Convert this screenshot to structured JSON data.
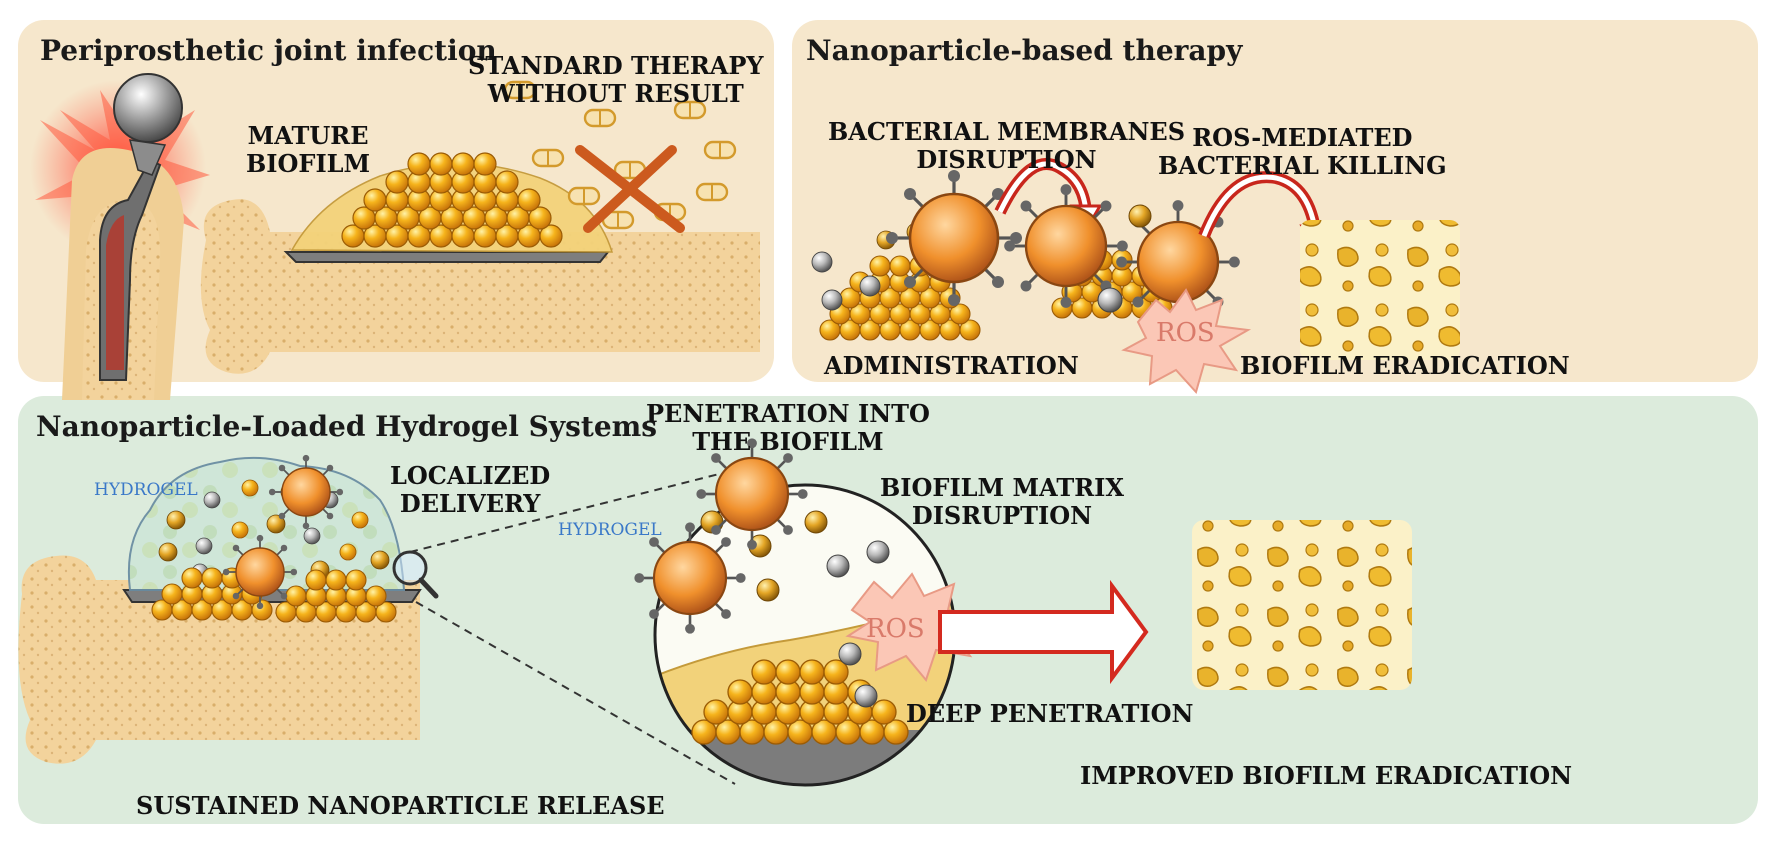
{
  "panel1": {
    "title": "Periprosthetic joint infection",
    "mature_biofilm": "MATURE\nBIOFILM",
    "standard_therapy": "STANDARD THERAPY\nWITHOUT RESULT"
  },
  "panel2": {
    "title": "Nanoparticle-based therapy",
    "membranes": "BACTERIAL MEMBRANES\nDISRUPTION",
    "ros_killing": "ROS-MEDIATED\nBACTERIAL KILLING",
    "ros": "ROS",
    "administration": "ADMINISTRATION",
    "eradication": "BIOFILM ERADICATION"
  },
  "panel3": {
    "title": "Nanoparticle-Loaded Hydrogel Systems",
    "hydrogel_left": "HYDROGEL",
    "localized": "LOCALIZED\nDELIVERY",
    "penetration": "PENETRATION INTO\nTHE BIOFILM",
    "hydrogel_zoom": "HYDROGEL",
    "matrix": "BIOFILM MATRIX\nDISRUPTION",
    "ros": "ROS",
    "deep": "DEEP PENETRATION",
    "sustained": "SUSTAINED NANOPARTICLE RELEASE",
    "improved": "IMPROVED BIOFILM ERADICATION"
  },
  "colors": {
    "panel_top": "#f6e7cc",
    "panel_bottom": "#dcebdc",
    "bone": "#f0cf95",
    "bacteria": "#f2a516",
    "arrow_red": "#d42a1f",
    "cross": "#cc5a1e",
    "hydrogel_label": "#3a78c8"
  }
}
